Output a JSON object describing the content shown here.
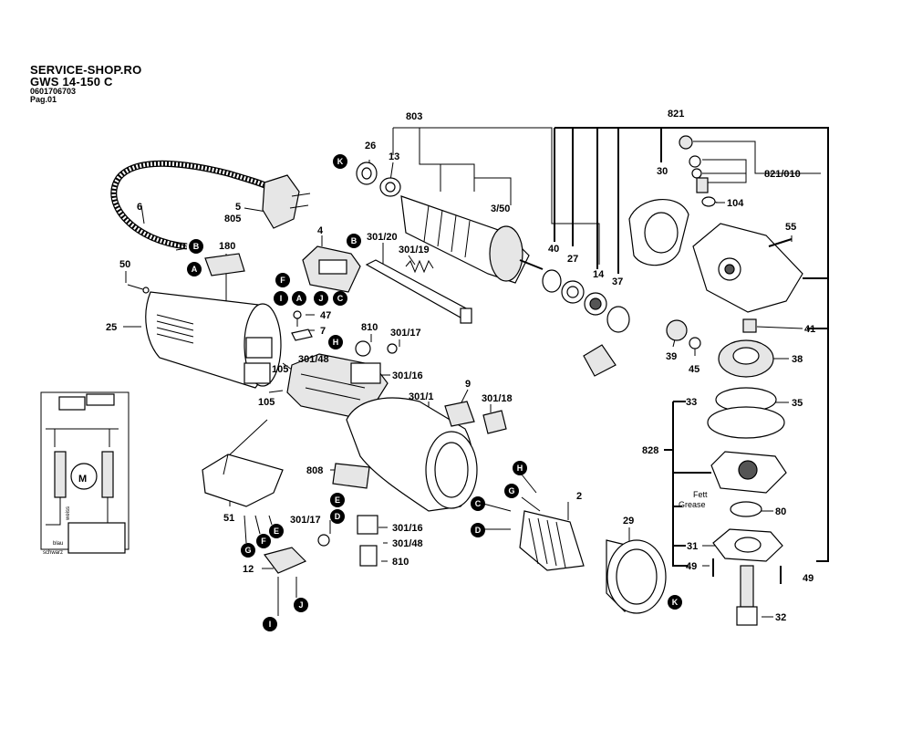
{
  "header": {
    "site": "SERVICE-SHOP.RO",
    "model": "GWS 14-150 C",
    "part_no": "0601706703",
    "page": "Pag.01"
  },
  "labels": {
    "l803": "803",
    "l821": "821",
    "l821_010": "821/010",
    "l26": "26",
    "l13": "13",
    "l3_50": "3/50",
    "l40": "40",
    "l27": "27",
    "l14": "14",
    "l37": "37",
    "l30": "30",
    "l104": "104",
    "l55": "55",
    "l6": "6",
    "l5": "5",
    "l805": "805",
    "l4": "4",
    "l301_20": "301/20",
    "l301_19": "301/19",
    "l180": "180",
    "l50": "50",
    "l25": "25",
    "l47": "47",
    "l7": "7",
    "l810a": "810",
    "l301_17a": "301/17",
    "l301_48a": "301/48",
    "l301_16a": "301/16",
    "l105a": "105",
    "l105b": "105",
    "l9": "9",
    "l301_1": "301/1",
    "l301_18": "301/18",
    "l41": "41",
    "l39": "39",
    "l45": "45",
    "l38": "38",
    "l33": "33",
    "l35": "35",
    "l828": "828",
    "l80": "80",
    "l31": "31",
    "l49a": "49",
    "l49b": "49",
    "l32": "32",
    "l808": "808",
    "l51": "51",
    "l2": "2",
    "l29": "29",
    "l301_17b": "301/17",
    "l301_16b": "301/16",
    "l301_48b": "301/48",
    "l810b": "810",
    "l12": "12",
    "grease_de": "Fett",
    "grease_en": "Grease",
    "motor": "M",
    "wire_blue": "blau",
    "wire_black": "schwarz",
    "wire_white": "weiss"
  },
  "badges": {
    "A": "A",
    "B": "B",
    "C": "C",
    "D": "D",
    "E": "E",
    "F": "F",
    "G": "G",
    "H": "H",
    "I": "I",
    "J": "J",
    "K": "K"
  },
  "colors": {
    "ink": "#000000",
    "paper": "#ffffff"
  }
}
